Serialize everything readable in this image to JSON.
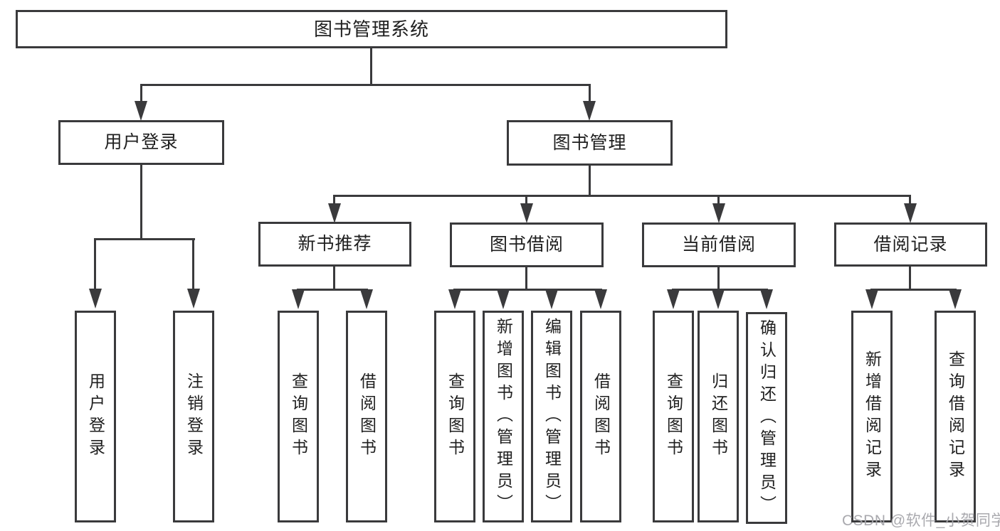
{
  "diagram": {
    "title": "图书管理系统",
    "type": "hierarchy-tree"
  },
  "nodes": {
    "root": {
      "label": "图书管理系统"
    },
    "user_login": {
      "label": "用户登录"
    },
    "book_mgmt": {
      "label": "图书管理"
    },
    "new_book_rec": {
      "label": "新书推荐"
    },
    "book_borrow": {
      "label": "图书借阅"
    },
    "current_borrow": {
      "label": "当前借阅"
    },
    "borrow_records": {
      "label": "借阅记录"
    },
    "leaf_user_login": {
      "label": "用户登录"
    },
    "leaf_logout": {
      "label": "注销登录"
    },
    "leaf_query_book_rec": {
      "label": "查询图书"
    },
    "leaf_borrow_book_rec": {
      "label": "借阅图书"
    },
    "leaf_query_book_borrow": {
      "label": "查询图书"
    },
    "leaf_add_book": {
      "label": "新增图书（管理员）"
    },
    "leaf_edit_book": {
      "label": "编辑图书（管理员）"
    },
    "leaf_borrow_book": {
      "label": "借阅图书"
    },
    "leaf_query_book_current": {
      "label": "查询图书"
    },
    "leaf_return_book": {
      "label": "归还图书"
    },
    "leaf_confirm_return": {
      "label": "确认归还（管理员）"
    },
    "leaf_add_record": {
      "label": "新增借阅记录"
    },
    "leaf_query_record": {
      "label": "查询借阅记录"
    }
  },
  "hierarchy": {
    "图书管理系统": {
      "用户登录": [
        "用户登录",
        "注销登录"
      ],
      "图书管理": {
        "新书推荐": [
          "查询图书",
          "借阅图书"
        ],
        "图书借阅": [
          "查询图书",
          "新增图书（管理员）",
          "编辑图书（管理员）",
          "借阅图书"
        ],
        "当前借阅": [
          "查询图书",
          "归还图书",
          "确认归还（管理员）"
        ],
        "借阅记录": [
          "新增借阅记录",
          "查询借阅记录"
        ]
      }
    }
  },
  "watermark": {
    "text": "CSDN @软件_小贺同学",
    "color": "#a5a5aa"
  },
  "colors": {
    "line": "#3a3a3c",
    "box_border": "#3a3a3c",
    "text": "#1f1f1f",
    "background": "#ffffff"
  }
}
